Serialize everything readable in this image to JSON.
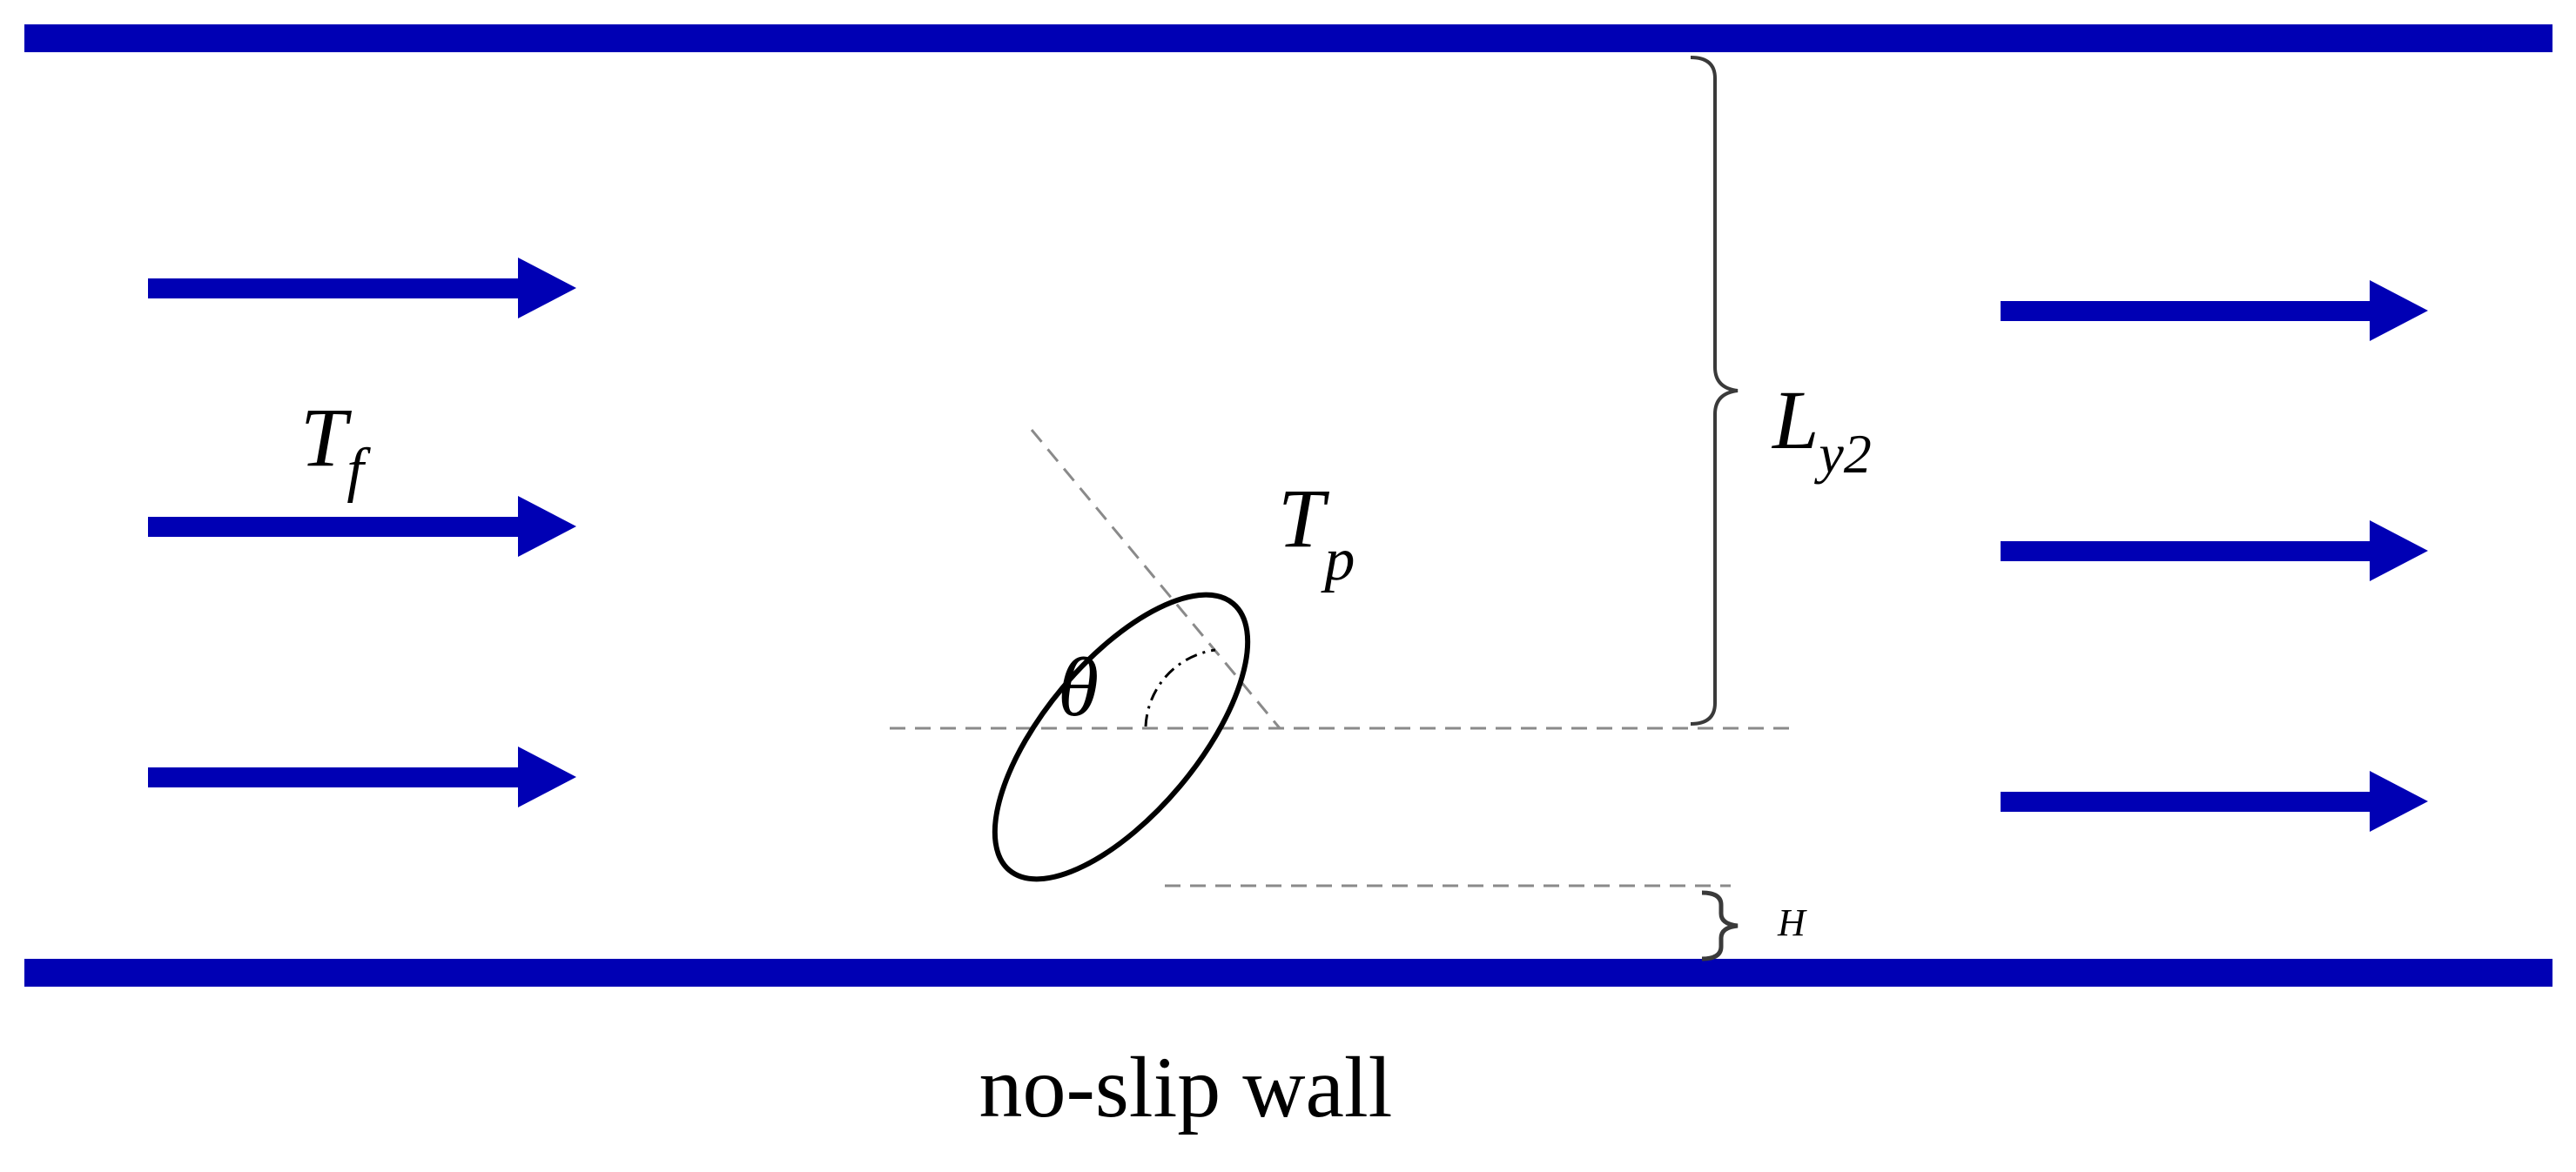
{
  "colors": {
    "wall": "#0000b4",
    "flow_arrow": "#0000b4",
    "ellipse_stroke": "#000000",
    "dashed_line": "#8a8a8a",
    "brace": "#3a3a3a",
    "text": "#000000"
  },
  "labels": {
    "fluid_temp_base": "T",
    "fluid_temp_sub": "f",
    "particle_temp_base": "T",
    "particle_temp_sub": "p",
    "angle": "θ",
    "height_base": "L",
    "height_sub": "y2",
    "gap": "H",
    "wall_label": "no-slip wall"
  },
  "icons": {
    "flow_arrow": "right-arrow-icon",
    "brace": "curly-brace-icon"
  }
}
